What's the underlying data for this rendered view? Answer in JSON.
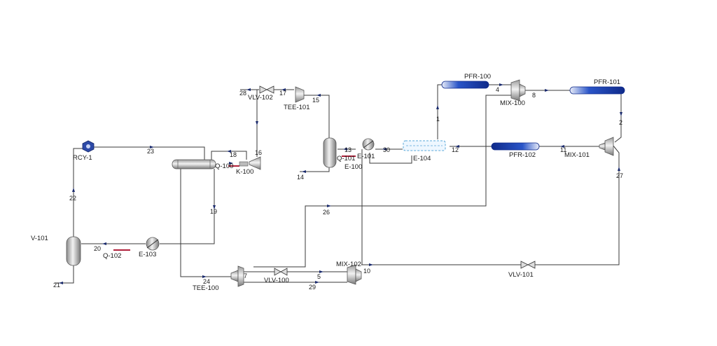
{
  "diagram": {
    "type": "process-flow-diagram",
    "equipment_labels": {
      "v101": "V-101",
      "rcy1": "RCY-1",
      "q102": "Q-102",
      "e103": "E-103",
      "k100": "K-100",
      "q100": "Q-100",
      "vlv102": "VLV-102",
      "tee101": "TEE-101",
      "q101": "Q-101",
      "e101": "E-101",
      "e100": "E-100",
      "e104": "E-104",
      "pfr100": "PFR-100",
      "mix100": "MIX-100",
      "pfr101": "PFR-101",
      "pfr102": "PFR-102",
      "mix101": "MIX-101",
      "tee100": "TEE-100",
      "vlv100": "VLV-100",
      "mix102": "MIX-102",
      "vlv101": "VLV-101"
    },
    "stream_labels": {
      "s1": "1",
      "s2": "2",
      "s4": "4",
      "s5": "5",
      "s7": "7",
      "s8": "8",
      "s10": "10",
      "s11": "11",
      "s12": "12",
      "s13": "13",
      "s14": "14",
      "s15": "15",
      "s16": "16",
      "s17": "17",
      "s18": "18",
      "s19": "19",
      "s20": "20",
      "s21": "21",
      "s22": "22",
      "s23": "23",
      "s24": "24",
      "s26": "26",
      "s27": "27",
      "s28": "28",
      "s29": "29",
      "s30": "30"
    },
    "colors": {
      "line": "#3a3a3a",
      "arrow": "#1a2a6c",
      "equipment": "#c9c9c9",
      "reactor_fill": "#1f4fc0",
      "energy_stream": "#b0203a"
    }
  }
}
